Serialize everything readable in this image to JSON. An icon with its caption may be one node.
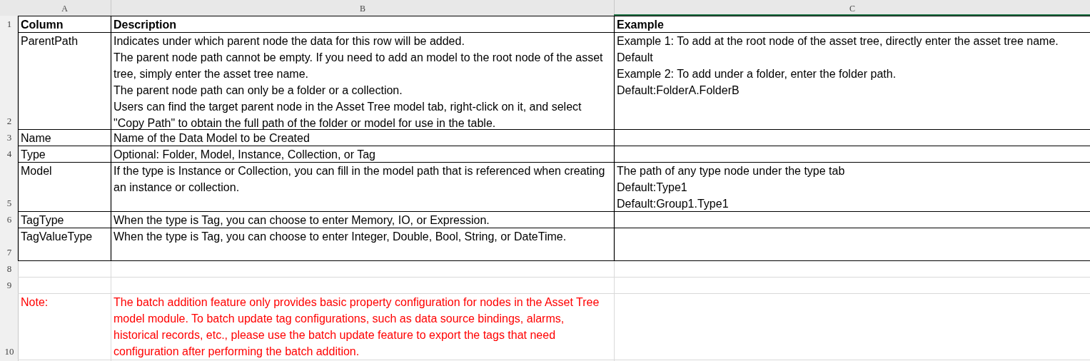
{
  "diagram": {
    "labels": [
      "A",
      "B",
      "C",
      "1",
      "Column",
      "Description",
      "Example",
      "2",
      "ParentPath",
      "Indicates under which parent node the data for this row will be added.",
      "The parent node path cannot be empty. If you need to add an model to the root node of the asset tree, simply enter the asset tree name.",
      "The parent node path can only be a folder or a collection.",
      "Users can find the target parent node in the Asset Tree model tab, right-click on it, and select \"Copy Path\" to obtain the full path of the folder or model for use in the table.",
      "Example 1:  To add at the root node of the asset tree, directly enter the asset tree name.",
      "Default",
      "Example 2:  To add under a folder, enter the folder path.",
      "Default:FolderA.FolderB",
      "3",
      "Name",
      "Name of the Data Model to be Created",
      "4",
      "Type",
      "Optional: Folder, Model, Instance, Collection, or Tag",
      "5",
      "Model",
      "If the type is Instance or Collection, you can fill in the model path that is referenced when creating an instance or collection.",
      "The path of any type node under the type tab",
      "Default:Type1",
      "Default:Group1.Type1",
      "6",
      "TagType",
      "When the type is Tag, you can choose to enter Memory, IO, or Expression.",
      "7",
      "TagValueType",
      "When the type is Tag, you can choose to enter Integer, Double, Bool, String, or DateTime.",
      "8",
      "9",
      "10",
      "Note:",
      "The batch addition feature only provides basic property configuration for nodes in the Asset Tree model module. To batch update tag configurations, such as data source bindings, alarms, historical records, etc., please use the batch update feature to export the tags that need configuration after performing the batch addition."
    ]
  }
}
